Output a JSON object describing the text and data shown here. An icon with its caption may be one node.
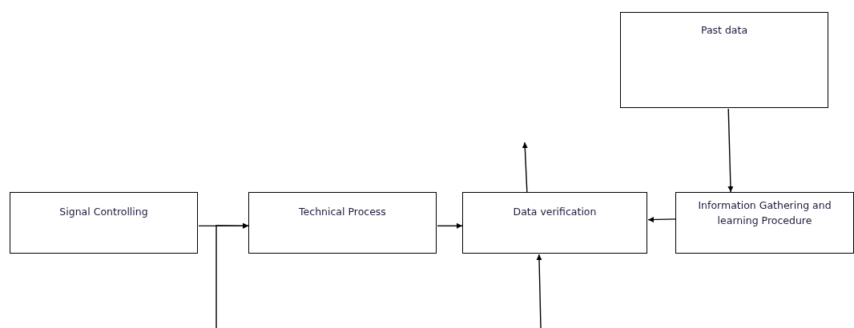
{
  "diagram": {
    "nodes": [
      {
        "text": [
          "Past data"
        ]
      },
      {
        "text": [
          "Signal Controlling"
        ]
      },
      {
        "text": [
          "Technical Process"
        ]
      },
      {
        "text": [
          "Data verification"
        ]
      },
      {
        "text": [
          "Information Gathering and learning Procedure"
        ]
      }
    ],
    "edges": [
      {
        "from": 0,
        "to": 4,
        "arrow": "to"
      },
      {
        "from": 1,
        "to": 2,
        "arrow": "to"
      },
      {
        "from": null,
        "to": 2,
        "arrow": "to"
      },
      {
        "from": 2,
        "to": 3,
        "arrow": "to"
      },
      {
        "from": 4,
        "to": 3,
        "arrow": "to"
      },
      {
        "from": 3,
        "to": null,
        "arrow": "to"
      },
      {
        "from": null,
        "to": 3,
        "arrow": "to"
      }
    ]
  }
}
